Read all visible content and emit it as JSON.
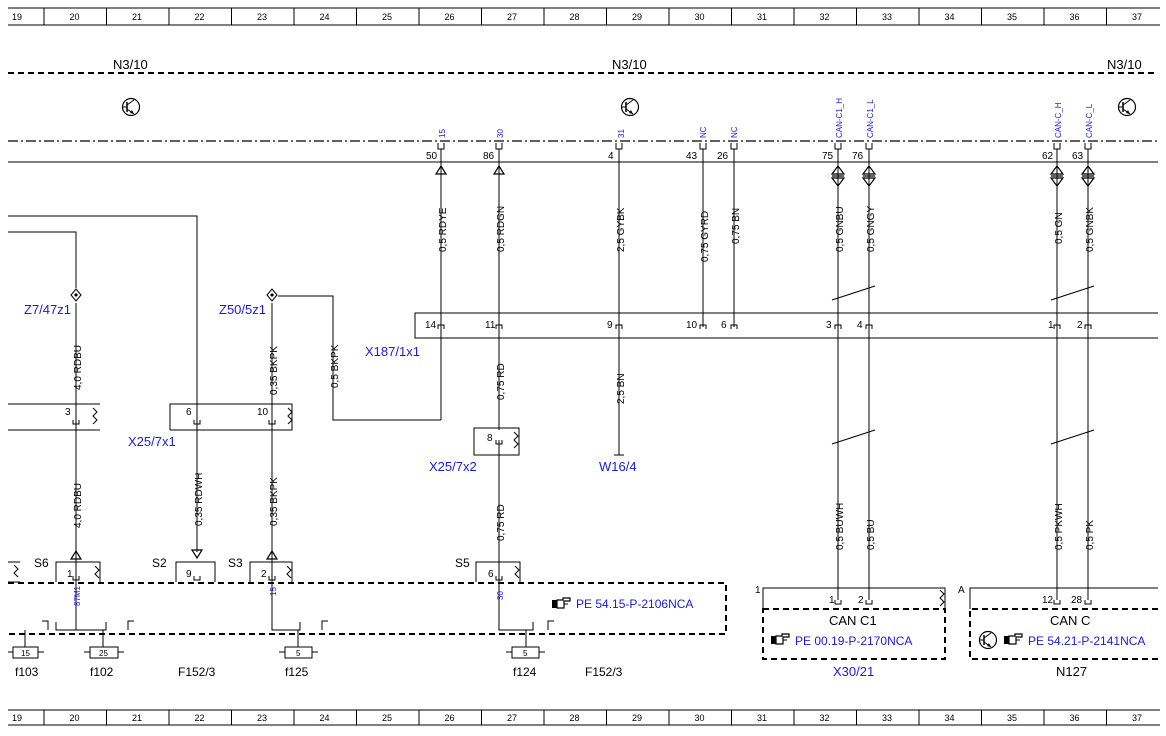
{
  "grid_numbers": [
    "19",
    "20",
    "21",
    "22",
    "23",
    "24",
    "25",
    "26",
    "27",
    "28",
    "29",
    "30",
    "31",
    "32",
    "33",
    "34",
    "35",
    "36",
    "37"
  ],
  "components": {
    "n3_10_left": "N3/10",
    "n3_10_center": "N3/10",
    "n3_10_right": "N3/10",
    "f152_3_a": "F152/3",
    "f152_3_b": "F152/3",
    "x30_21": "X30/21",
    "n127": "N127",
    "can_c1": "CAN C1",
    "can_c": "CAN C"
  },
  "connectors": {
    "z7_47z1": "Z7/47z1",
    "z50_5z1": "Z50/5z1",
    "x187_1x1": "X187/1x1",
    "x25_7x1": "X25/7x1",
    "x25_7x2": "X25/7x2",
    "w16_4": "W16/4"
  },
  "signals": {
    "s15": "15",
    "s30": "30",
    "s31": "31",
    "nc1": "NC",
    "nc2": "NC",
    "can_c1_h": "CAN-C1_H",
    "can_c1_l": "CAN-C1_L",
    "can_c_h": "CAN-C_H",
    "can_c_l": "CAN-C_L",
    "s87m1": "87M1",
    "s15b": "15",
    "s30b": "30"
  },
  "pins": {
    "p50": "50",
    "p86": "86",
    "p4": "4",
    "p43": "43",
    "p26": "26",
    "p75": "75",
    "p76": "76",
    "p62": "62",
    "p63": "63",
    "x14": "14",
    "x11": "11",
    "x9": "9",
    "x10": "10",
    "x6": "6",
    "x3": "3",
    "x4": "4",
    "x1": "1",
    "x2": "2",
    "c3": "3",
    "c6": "6",
    "c10": "10",
    "x2_8": "8",
    "s6p": "1",
    "s2p": "9",
    "s3p": "2",
    "s5p": "6",
    "cc1_1": "1",
    "cc1_2": "2",
    "cc_12": "12",
    "cc_28": "28",
    "box1": "1",
    "boxA": "A"
  },
  "wires": {
    "w_rdye": "0,5 RDYE",
    "w_rdgn": "0,5 RDGN",
    "w_gybk": "2,5 GYBK",
    "w_gyrd": "0,75 GYRD",
    "w_bn075": "0,75 BN",
    "w_gnbu": "0,5 GNBU",
    "w_gngy": "0,5 GNGY",
    "w_gn": "0,5 GN",
    "w_gnbk": "0,5 GNBK",
    "w_rdbu_top": "4,0 RDBU",
    "w_bkpk_top": "0,35 BKPK",
    "w_bkpk_side": "0,5 BKPK",
    "w_rd_top": "0,75 RD",
    "w_bn25": "2,5 BN",
    "w_rdbu_bot": "4,0 RDBU",
    "w_rdwh": "0,35 RDWH",
    "w_bkpk_bot": "0,35 BKPK",
    "w_rd_bot": "0,75 RD",
    "w_buwh": "0,5 BUWH",
    "w_bu": "0,5 BU",
    "w_pkwh": "0,5 PKWH",
    "w_pk": "0,5 PK"
  },
  "splices": {
    "s6": "S6",
    "s2": "S2",
    "s3": "S3",
    "s5": "S5"
  },
  "fuses": {
    "f103_val": "15",
    "f102_val": "25",
    "f125_val": "5",
    "f124_val": "5",
    "f103": "f103",
    "f102": "f102",
    "f125": "f125",
    "f124": "f124"
  },
  "references": {
    "pe_54_15": "PE 54.15-P-2106NCA",
    "pe_00_19": "PE 00.19-P-2170NCA",
    "pe_54_21": "PE 54.21-P-2141NCA"
  },
  "icons": [
    "transistor-icon",
    "pointing-hand-icon"
  ],
  "colors": {
    "line": "#000000",
    "label_blue": "#1a1ae6",
    "background": "#ffffff"
  }
}
